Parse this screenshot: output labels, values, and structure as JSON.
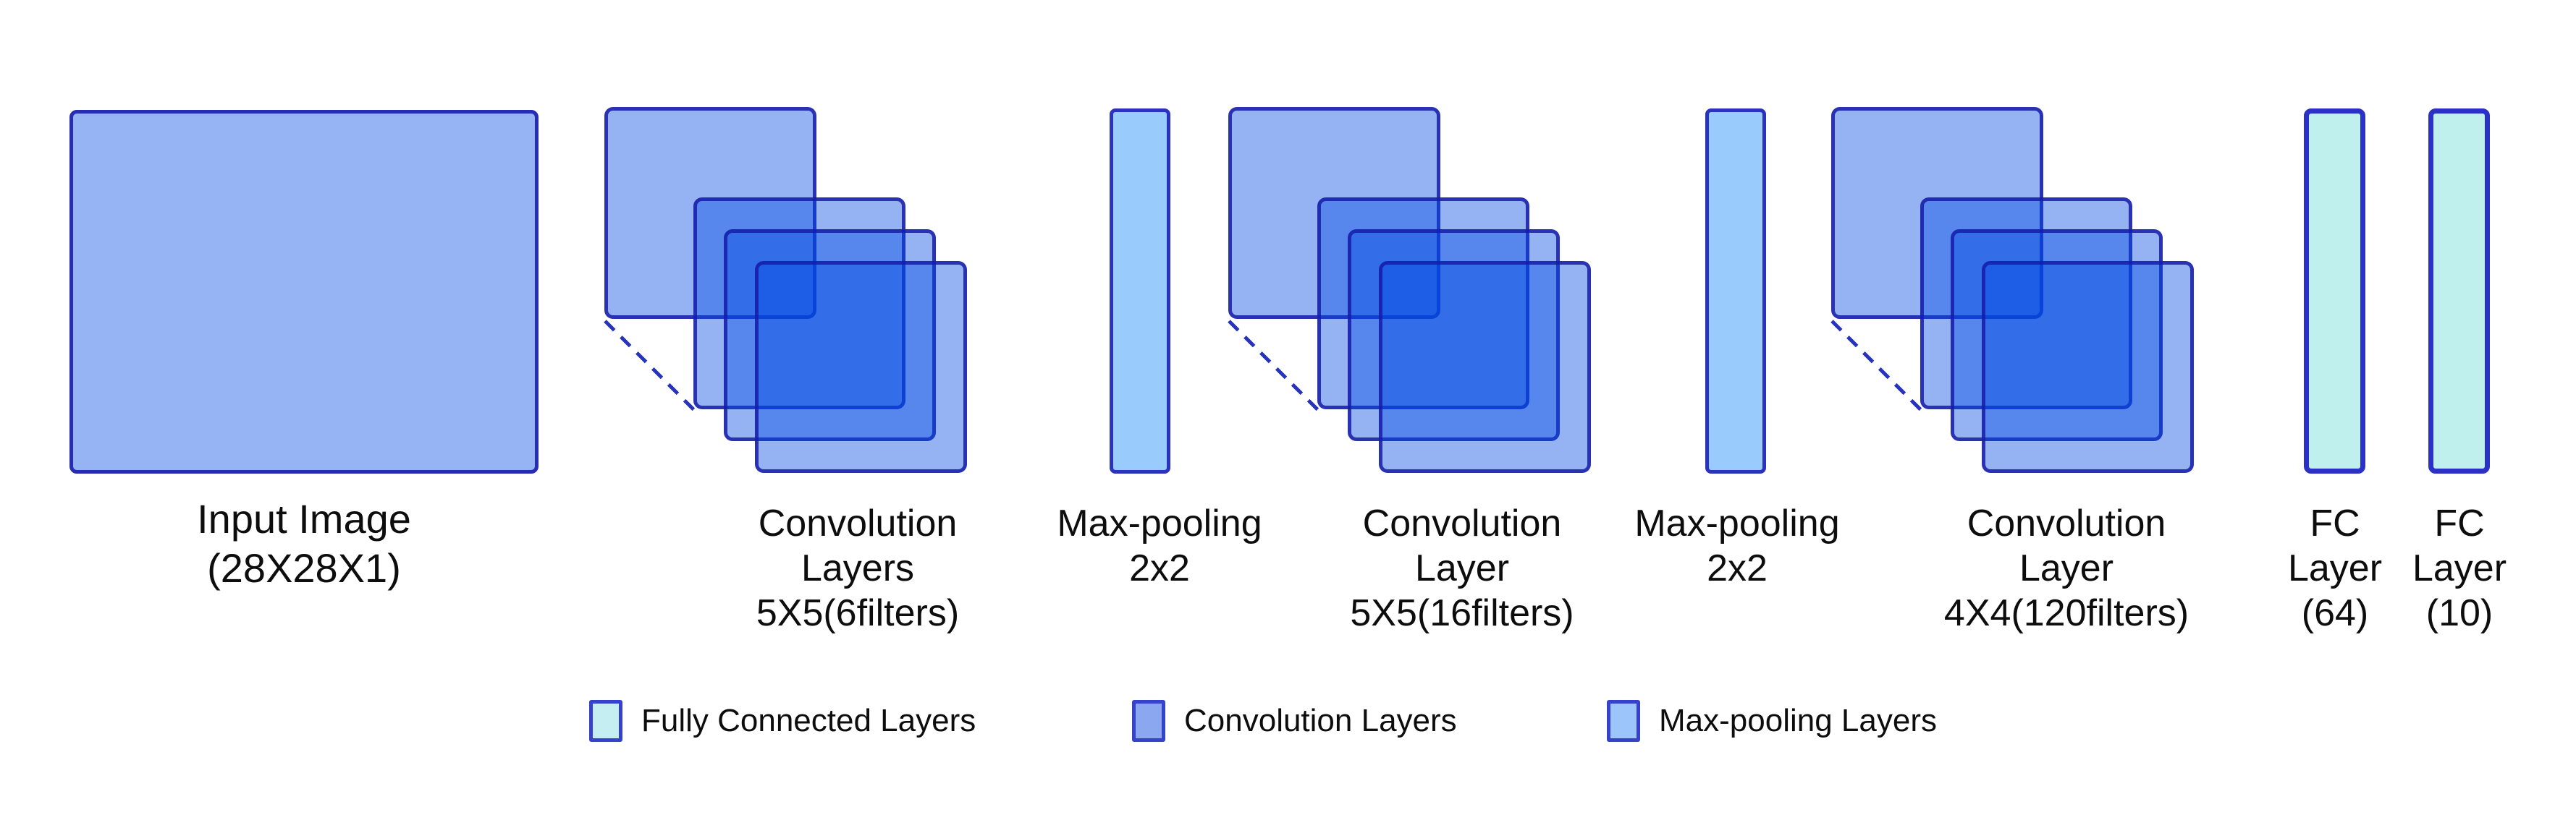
{
  "diagram_type": "cnn-architecture",
  "pipeline": [
    "input",
    "conv1",
    "pool1",
    "conv2",
    "pool2",
    "conv3",
    "fc1",
    "fc2"
  ],
  "nodes": {
    "input": {
      "type": "input-image",
      "lines": [
        "Input Image",
        "(28X28X1)"
      ]
    },
    "conv1": {
      "type": "convolution",
      "lines": [
        "Convolution",
        "Layers",
        "5X5(6filters)"
      ]
    },
    "pool1": {
      "type": "max-pooling",
      "lines": [
        "Max-pooling",
        "2x2"
      ]
    },
    "conv2": {
      "type": "convolution",
      "lines": [
        "Convolution",
        "Layer",
        "5X5(16filters)"
      ]
    },
    "pool2": {
      "type": "max-pooling",
      "lines": [
        "Max-pooling",
        "2x2"
      ]
    },
    "conv3": {
      "type": "convolution",
      "lines": [
        "Convolution",
        "Layer",
        "4X4(120filters)"
      ]
    },
    "fc1": {
      "type": "fully-connected",
      "lines": [
        "FC",
        "Layer",
        "(64)"
      ]
    },
    "fc2": {
      "type": "fully-connected",
      "lines": [
        "FC",
        "Layer",
        "(10)"
      ]
    }
  },
  "legend": {
    "items": [
      {
        "label": "Fully Connected Layers"
      },
      {
        "label": "Convolution Layers"
      },
      {
        "label": "Max-pooling Layers"
      }
    ]
  },
  "colors": {
    "input_fill": "#96B3F3",
    "conv_overlay_fill": "rgba(3,73,226,0.42)",
    "pool_fill": "#99CBFC",
    "fc_fill": "#BFF0EE",
    "shape_border": "#272DB2",
    "stack_border": "rgba(22,28,168,0.85)",
    "pool_border": "#2B32BE",
    "fc_border": "#2B30C6",
    "legend_border": "#3642CB",
    "legend_swatch_fc": "#C4EEF2",
    "legend_swatch_conv": "#8BA7EF",
    "legend_swatch_pool": "#9CC5FB",
    "dash_line": "#2633BE",
    "text": "#0D0D0D"
  }
}
